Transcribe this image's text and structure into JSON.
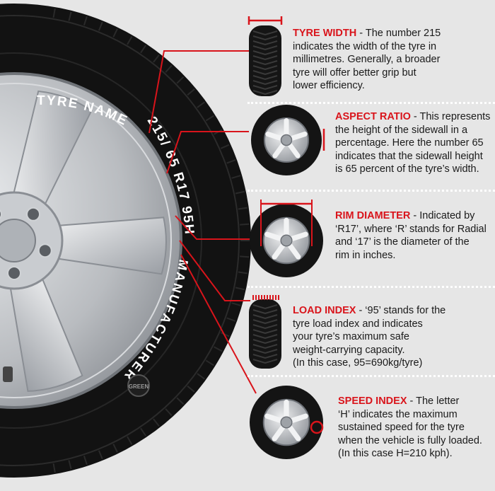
{
  "tyre_text": {
    "name": "TYRE NAME",
    "size": "215/ 65 R17 95H",
    "manufacturer": "MANUFACTURER",
    "badge": "GREEN"
  },
  "items": [
    {
      "heading": "TYRE WIDTH",
      "lines": [
        " - The number 215",
        "indicates the width of the tyre in",
        "millimetres. Generally, a broader",
        "tyre will offer better grip but",
        "lower efficiency."
      ]
    },
    {
      "heading": "ASPECT RATIO",
      "lines": [
        " - This represents",
        "the height of the sidewall in a",
        "percentage. Here the number 65",
        "indicates that the sidewall height",
        "is 65 percent of the tyre’s width."
      ]
    },
    {
      "heading": "RIM DIAMETER",
      "lines": [
        " - Indicated by",
        "‘R17’, where ‘R’ stands for Radial",
        "and ‘17’ is the diameter of the",
        "rim in inches."
      ]
    },
    {
      "heading": "LOAD INDEX",
      "lines": [
        " - ‘95’ stands for the",
        "tyre load index and indicates",
        "your tyre’s maximum safe",
        "weight-carrying capacity.",
        "(In this case, 95=690kg/tyre)"
      ]
    },
    {
      "heading": "SPEED INDEX",
      "lines": [
        " - The letter",
        "‘H’ indicates the maximum",
        "sustained speed for the tyre",
        "when the vehicle is fully loaded.",
        "(In this case H=210 kph)."
      ]
    }
  ],
  "colors": {
    "accent": "#d9141b",
    "background": "#e6e6e6",
    "tyre": "#121212",
    "rim": "#b9bcc0"
  }
}
